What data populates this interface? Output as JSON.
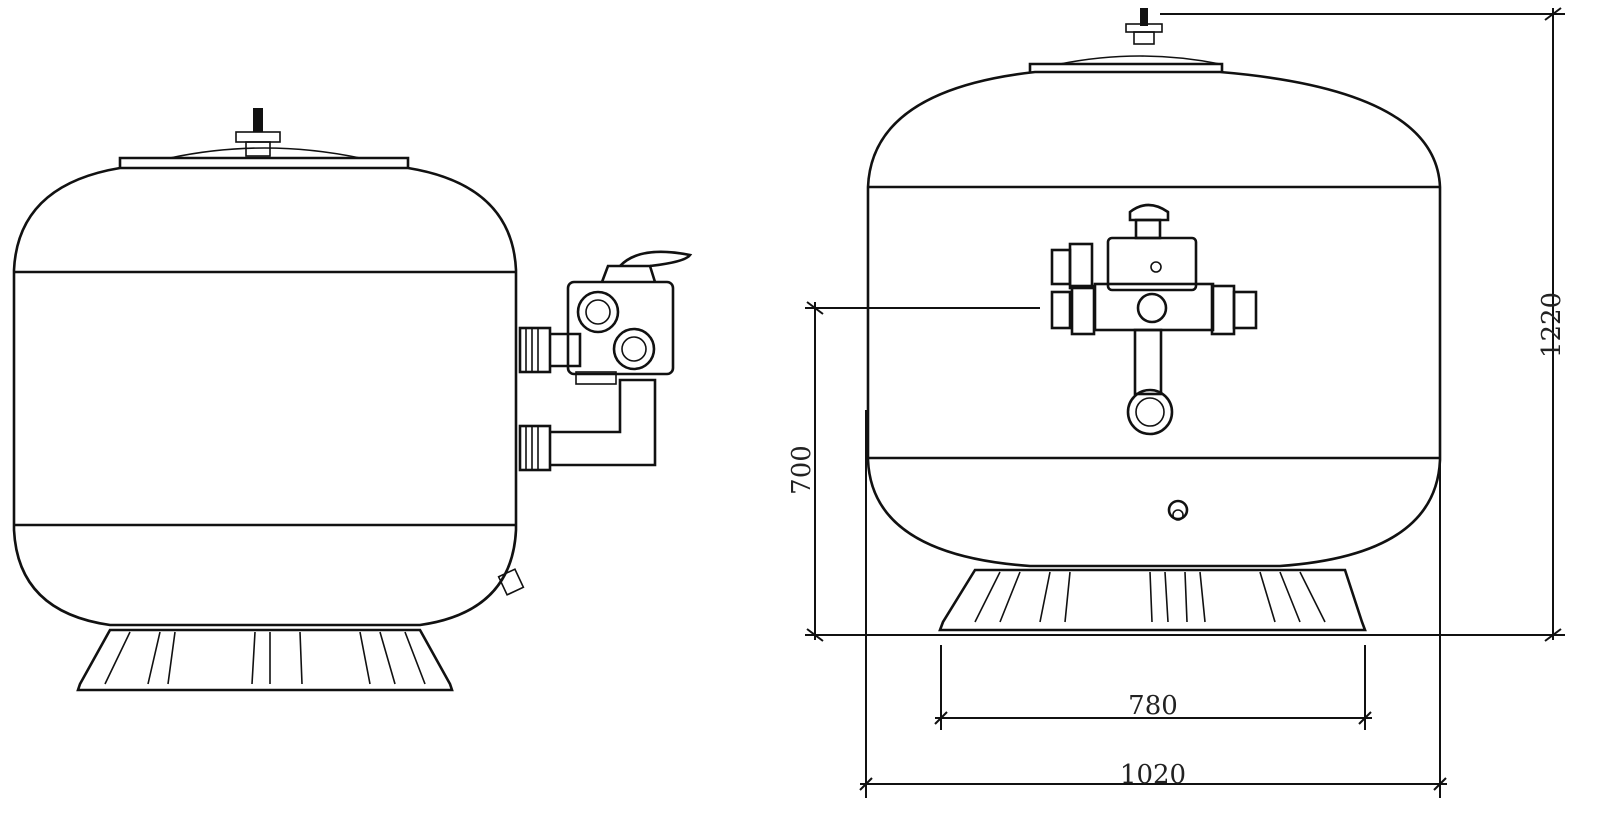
{
  "drawing": {
    "views": [
      "side-view",
      "front-view"
    ],
    "dimensions": {
      "total_height": "1220",
      "valve_height": "700",
      "base_width": "780",
      "tank_diameter": "1020"
    },
    "colors": {
      "line": "#111111",
      "background": "#ffffff"
    }
  }
}
